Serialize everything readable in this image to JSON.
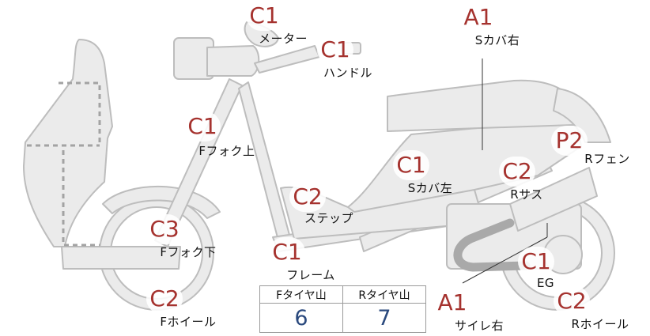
{
  "parts": [
    {
      "id": "meter",
      "grade": "C1",
      "label": "メーター"
    },
    {
      "id": "handle",
      "grade": "C1",
      "label": "ハンドル"
    },
    {
      "id": "fork-upper",
      "grade": "C1",
      "label": "Fフォク上"
    },
    {
      "id": "fork-lower",
      "grade": "C3",
      "label": "Fフォク下"
    },
    {
      "id": "front-wheel",
      "grade": "C2",
      "label": "Fホイール"
    },
    {
      "id": "step",
      "grade": "C2",
      "label": "ステップ"
    },
    {
      "id": "frame",
      "grade": "C1",
      "label": "フレーム"
    },
    {
      "id": "cover-left",
      "grade": "C1",
      "label": "Sカバ左"
    },
    {
      "id": "cover-right",
      "grade": "A1",
      "label": "Sカバ右"
    },
    {
      "id": "rear-fender",
      "grade": "P2",
      "label": "Rフェン"
    },
    {
      "id": "rear-sus",
      "grade": "C2",
      "label": "Rサス"
    },
    {
      "id": "engine",
      "grade": "C1",
      "label": "EG"
    },
    {
      "id": "rear-wheel",
      "grade": "C2",
      "label": "Rホイール"
    },
    {
      "id": "muffler-right",
      "grade": "A1",
      "label": "サイレ右"
    }
  ],
  "tread_table": {
    "front_label": "Fタイヤ山",
    "rear_label": "Rタイヤ山",
    "front_value": "6",
    "rear_value": "7"
  },
  "colors": {
    "grade_text": "#a5322e",
    "body_fill": "#ebebeb",
    "outline": "#bdbdbd",
    "tread_value": "#2b4a7e"
  }
}
